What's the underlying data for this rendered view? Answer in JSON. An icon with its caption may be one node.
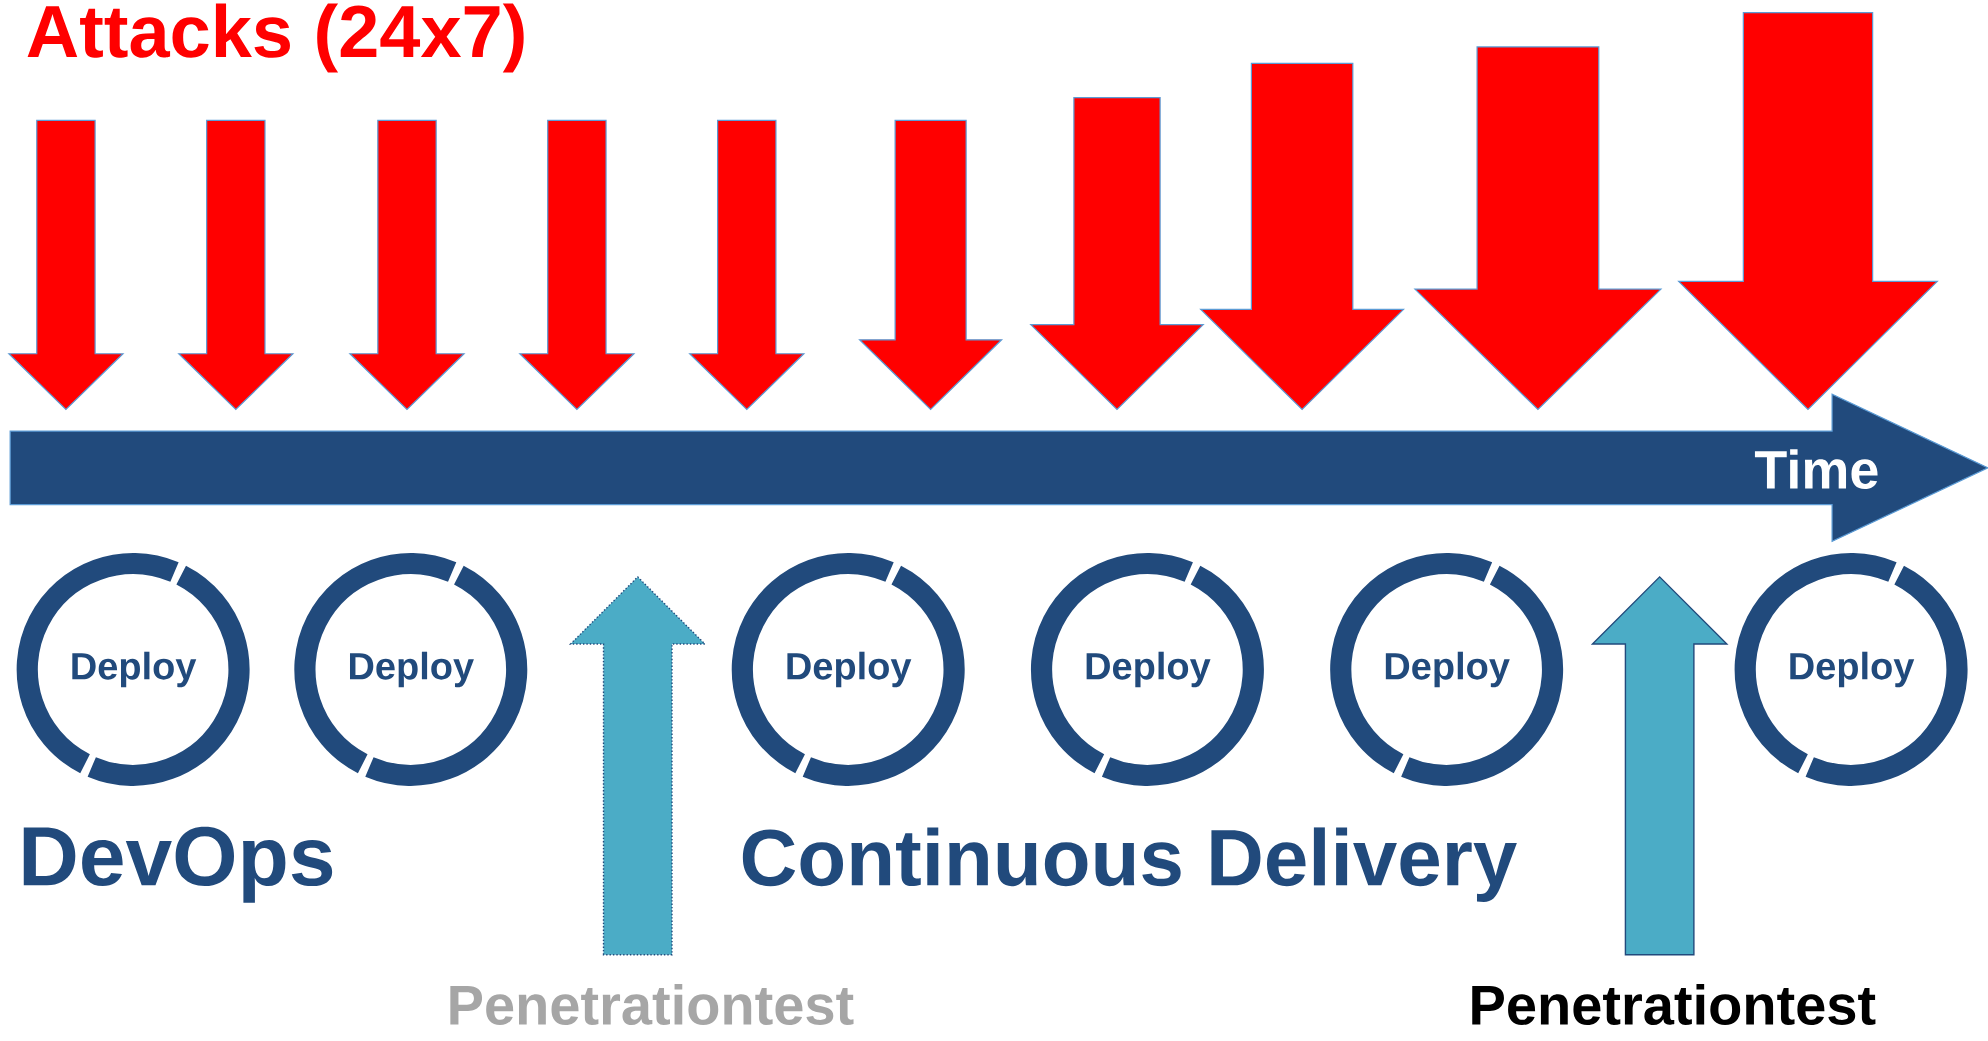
{
  "diagram": {
    "title": "Attacks (24x7)",
    "nodes": [
      {
        "text": [
          "Time"
        ]
      },
      {
        "text": [
          "Deploy"
        ]
      },
      {
        "text": [
          "Deploy"
        ]
      },
      {
        "text": [
          "Deploy"
        ]
      },
      {
        "text": [
          "Deploy"
        ]
      },
      {
        "text": [
          "Deploy"
        ]
      },
      {
        "text": [
          "Deploy"
        ]
      },
      {
        "text": [
          "Penetrationtest"
        ]
      },
      {
        "text": [
          "Penetrationtest"
        ]
      }
    ],
    "labels": [
      "DevOps",
      "Continuous Delivery"
    ]
  }
}
